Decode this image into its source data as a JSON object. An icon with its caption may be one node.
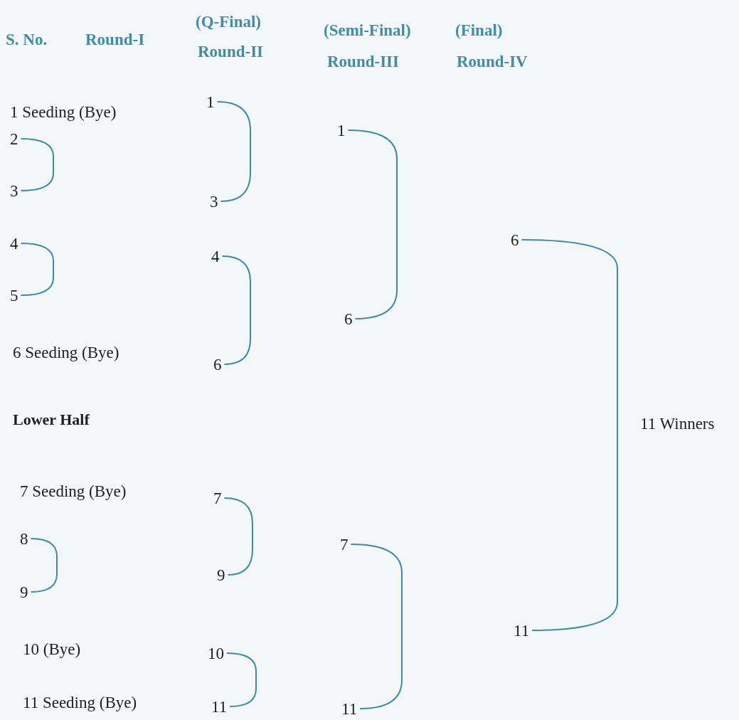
{
  "diagram": {
    "nodes": [
      {
        "text": [
          "1 Seeding (Bye)"
        ]
      },
      {
        "text": [
          "2"
        ]
      },
      {
        "text": [
          "3"
        ]
      },
      {
        "text": [
          "4"
        ]
      },
      {
        "text": [
          "5"
        ]
      },
      {
        "text": [
          "6 Seeding (Bye)"
        ]
      },
      {
        "text": [
          "7 Seeding (Bye)"
        ]
      },
      {
        "text": [
          "8"
        ]
      },
      {
        "text": [
          "9"
        ]
      },
      {
        "text": [
          "10 (Bye)"
        ]
      },
      {
        "text": [
          "11 Seeding (Bye)"
        ]
      },
      {
        "text": [
          "1"
        ]
      },
      {
        "text": [
          "3"
        ]
      },
      {
        "text": [
          "4"
        ]
      },
      {
        "text": [
          "6"
        ]
      },
      {
        "text": [
          "7"
        ]
      },
      {
        "text": [
          "9"
        ]
      },
      {
        "text": [
          "10"
        ]
      },
      {
        "text": [
          "11"
        ]
      },
      {
        "text": [
          "1"
        ]
      },
      {
        "text": [
          "6"
        ]
      },
      {
        "text": [
          "7"
        ]
      },
      {
        "text": [
          "11"
        ]
      },
      {
        "text": [
          "6"
        ]
      },
      {
        "text": [
          "11"
        ]
      }
    ],
    "edges": [
      {
        "from": 1,
        "to": 2,
        "arrow": "none"
      },
      {
        "from": 3,
        "to": 4,
        "arrow": "none"
      },
      {
        "from": 7,
        "to": 8,
        "arrow": "none"
      },
      {
        "from": 11,
        "to": 12,
        "arrow": "none"
      },
      {
        "from": 13,
        "to": 14,
        "arrow": "none"
      },
      {
        "from": 15,
        "to": 16,
        "arrow": "none"
      },
      {
        "from": 17,
        "to": 18,
        "arrow": "none"
      },
      {
        "from": 19,
        "to": 20,
        "arrow": "none"
      },
      {
        "from": 21,
        "to": 22,
        "arrow": "none"
      },
      {
        "from": 23,
        "to": 24,
        "arrow": "none"
      }
    ],
    "labels": [
      "S. No.",
      "Round-I",
      "(Q-Final)",
      "Round-II",
      "(Semi-Final)",
      "(Final)",
      "Round-III",
      "Round-IV",
      "Lower Half",
      "11 Winners"
    ]
  }
}
